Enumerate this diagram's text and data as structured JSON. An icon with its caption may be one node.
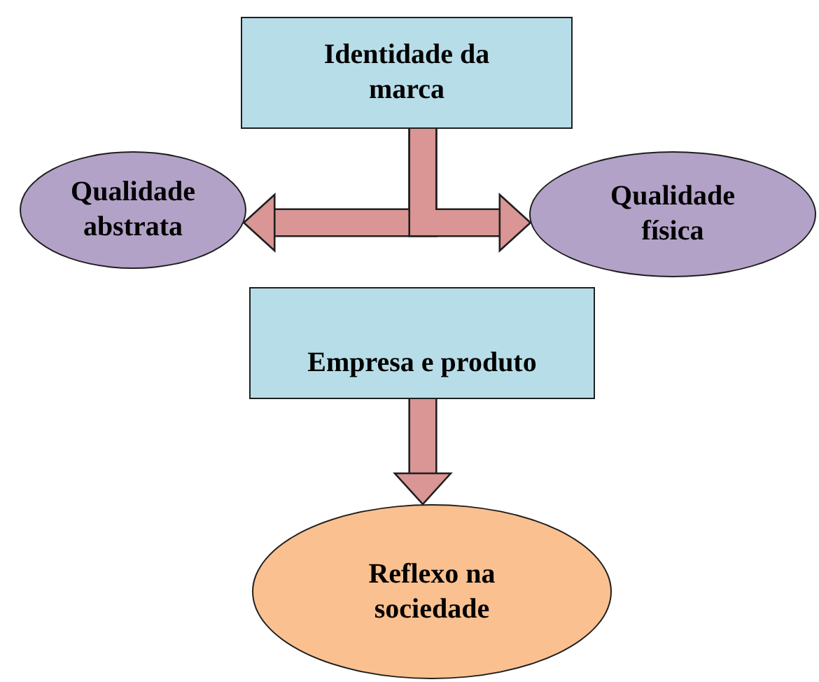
{
  "diagram": {
    "nodes": [
      {
        "text": [
          "Identidade da marca"
        ]
      },
      {
        "text": [
          "Qualidade abstrata"
        ]
      },
      {
        "text": [
          "Qualidade física"
        ]
      },
      {
        "text": [
          "Empresa e produto"
        ]
      },
      {
        "text": [
          "Reflexo na sociedade"
        ]
      }
    ],
    "edges": [
      {
        "from": 0,
        "to": 1,
        "arrow": "to"
      },
      {
        "from": 0,
        "to": 2,
        "arrow": "to"
      },
      {
        "from": 3,
        "to": 4,
        "arrow": "to"
      }
    ]
  }
}
